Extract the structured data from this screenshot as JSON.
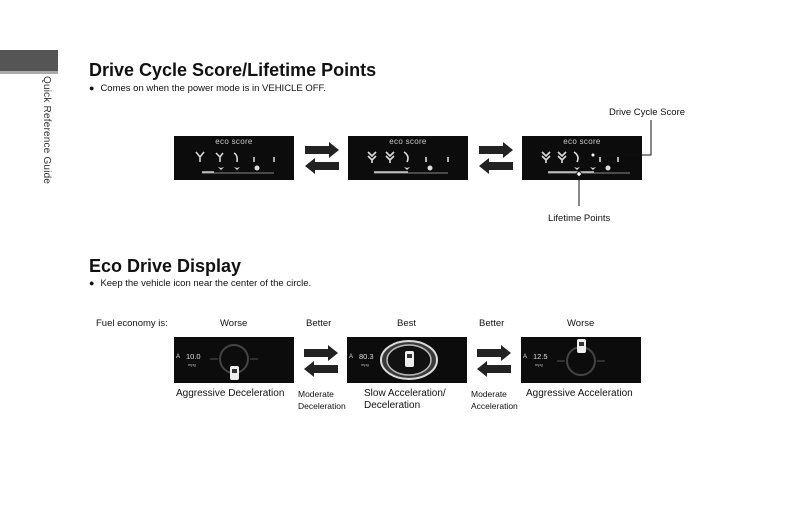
{
  "side_tab": {
    "label": "Quick Reference Guide"
  },
  "section1": {
    "title": "Drive Cycle Score/Lifetime Points",
    "bullet": "Comes on when the power mode is in VEHICLE OFF.",
    "panel_title": "eco score",
    "callout_drive_cycle": "Drive Cycle Score",
    "callout_lifetime": "Lifetime Points"
  },
  "section2": {
    "title": "Eco Drive Display",
    "bullet": "Keep the vehicle icon near the center of the circle.",
    "fuel_economy_label": "Fuel economy is:",
    "ratings": [
      "Worse",
      "Better",
      "Best",
      "Better",
      "Worse"
    ],
    "panels": [
      {
        "value": "10.0",
        "unit": "mpg"
      },
      {
        "value": "80.3",
        "unit": "mpg"
      },
      {
        "value": "12.5",
        "unit": "mpg"
      }
    ],
    "indicator": "A",
    "captions": {
      "aggressive_decel": "Aggressive Deceleration",
      "moderate_decel_1": "Moderate",
      "moderate_decel_2": "Deceleration",
      "slow_1": "Slow Acceleration/",
      "slow_2": "Deceleration",
      "moderate_accel_1": "Moderate",
      "moderate_accel_2": "Acceleration",
      "aggressive_accel": "Aggressive Acceleration"
    }
  }
}
